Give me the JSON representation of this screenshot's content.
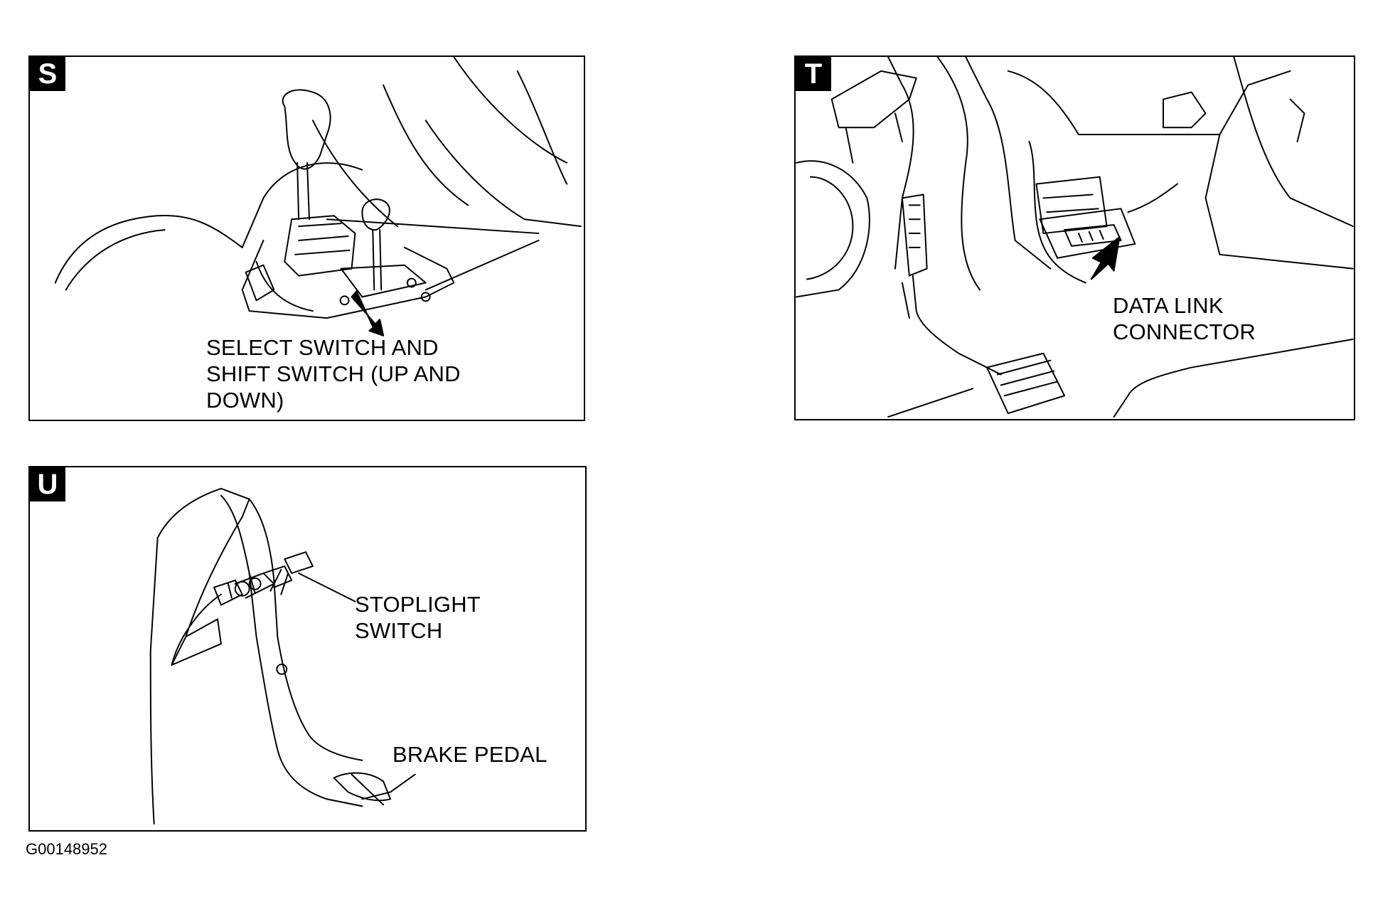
{
  "panels": {
    "s": {
      "tag": "S",
      "callout": [
        "SELECT SWITCH AND",
        "SHIFT SWITCH (UP AND",
        "DOWN)"
      ]
    },
    "t": {
      "tag": "T",
      "callout": [
        "DATA LINK",
        "CONNECTOR"
      ]
    },
    "u": {
      "tag": "U",
      "callout_switch": [
        "STOPLIGHT",
        "SWITCH"
      ],
      "callout_pedal": "BRAKE PEDAL"
    }
  },
  "figure_id": "G00148952",
  "colors": {
    "ink": "#000000",
    "paper": "#ffffff"
  }
}
